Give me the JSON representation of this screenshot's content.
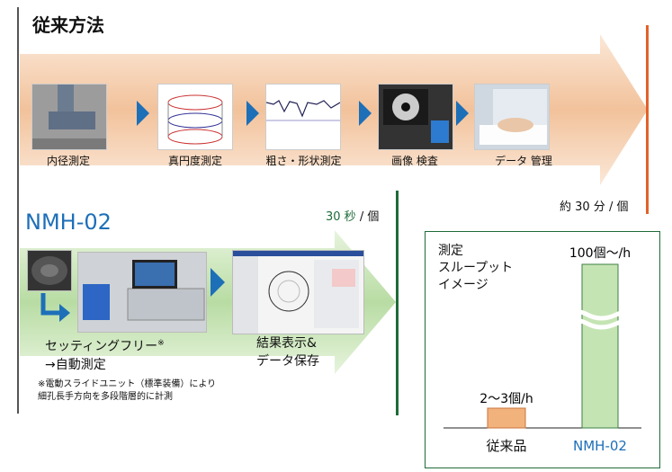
{
  "old_method": {
    "title": "従来方法",
    "steps": [
      "内径測定",
      "真円度測定",
      "粗さ・形状測定",
      "画像 検査",
      "データ 管理"
    ],
    "time_label": "約 30 分 / 個",
    "arrow_color": "#f6d3b6"
  },
  "new_method": {
    "title": "NMH-02",
    "time_number": "30 秒",
    "time_unit": "/ 個",
    "setup_label_line1": "セッティングフリー",
    "setup_label_mark": "※",
    "setup_label_line2": "→自動測定",
    "result_label_line1": "結果表示&",
    "result_label_line2": "データ保存",
    "footnote_line1": "※電動スライドユニット（標準装備）により",
    "footnote_line2": "細孔長手方向を多段階層的に計測",
    "arrow_color": "#d6ecc7"
  },
  "chart_data": {
    "type": "bar",
    "title_line1": "測定",
    "title_line2": "スループット",
    "title_line3": "イメージ",
    "categories": [
      "従来品",
      "NMH-02"
    ],
    "values": [
      2.5,
      100
    ],
    "value_labels": [
      "2～3個/h",
      "100個～/h"
    ],
    "colors": [
      "#f2b27c",
      "#c5e4b4"
    ],
    "axis_break": true
  }
}
